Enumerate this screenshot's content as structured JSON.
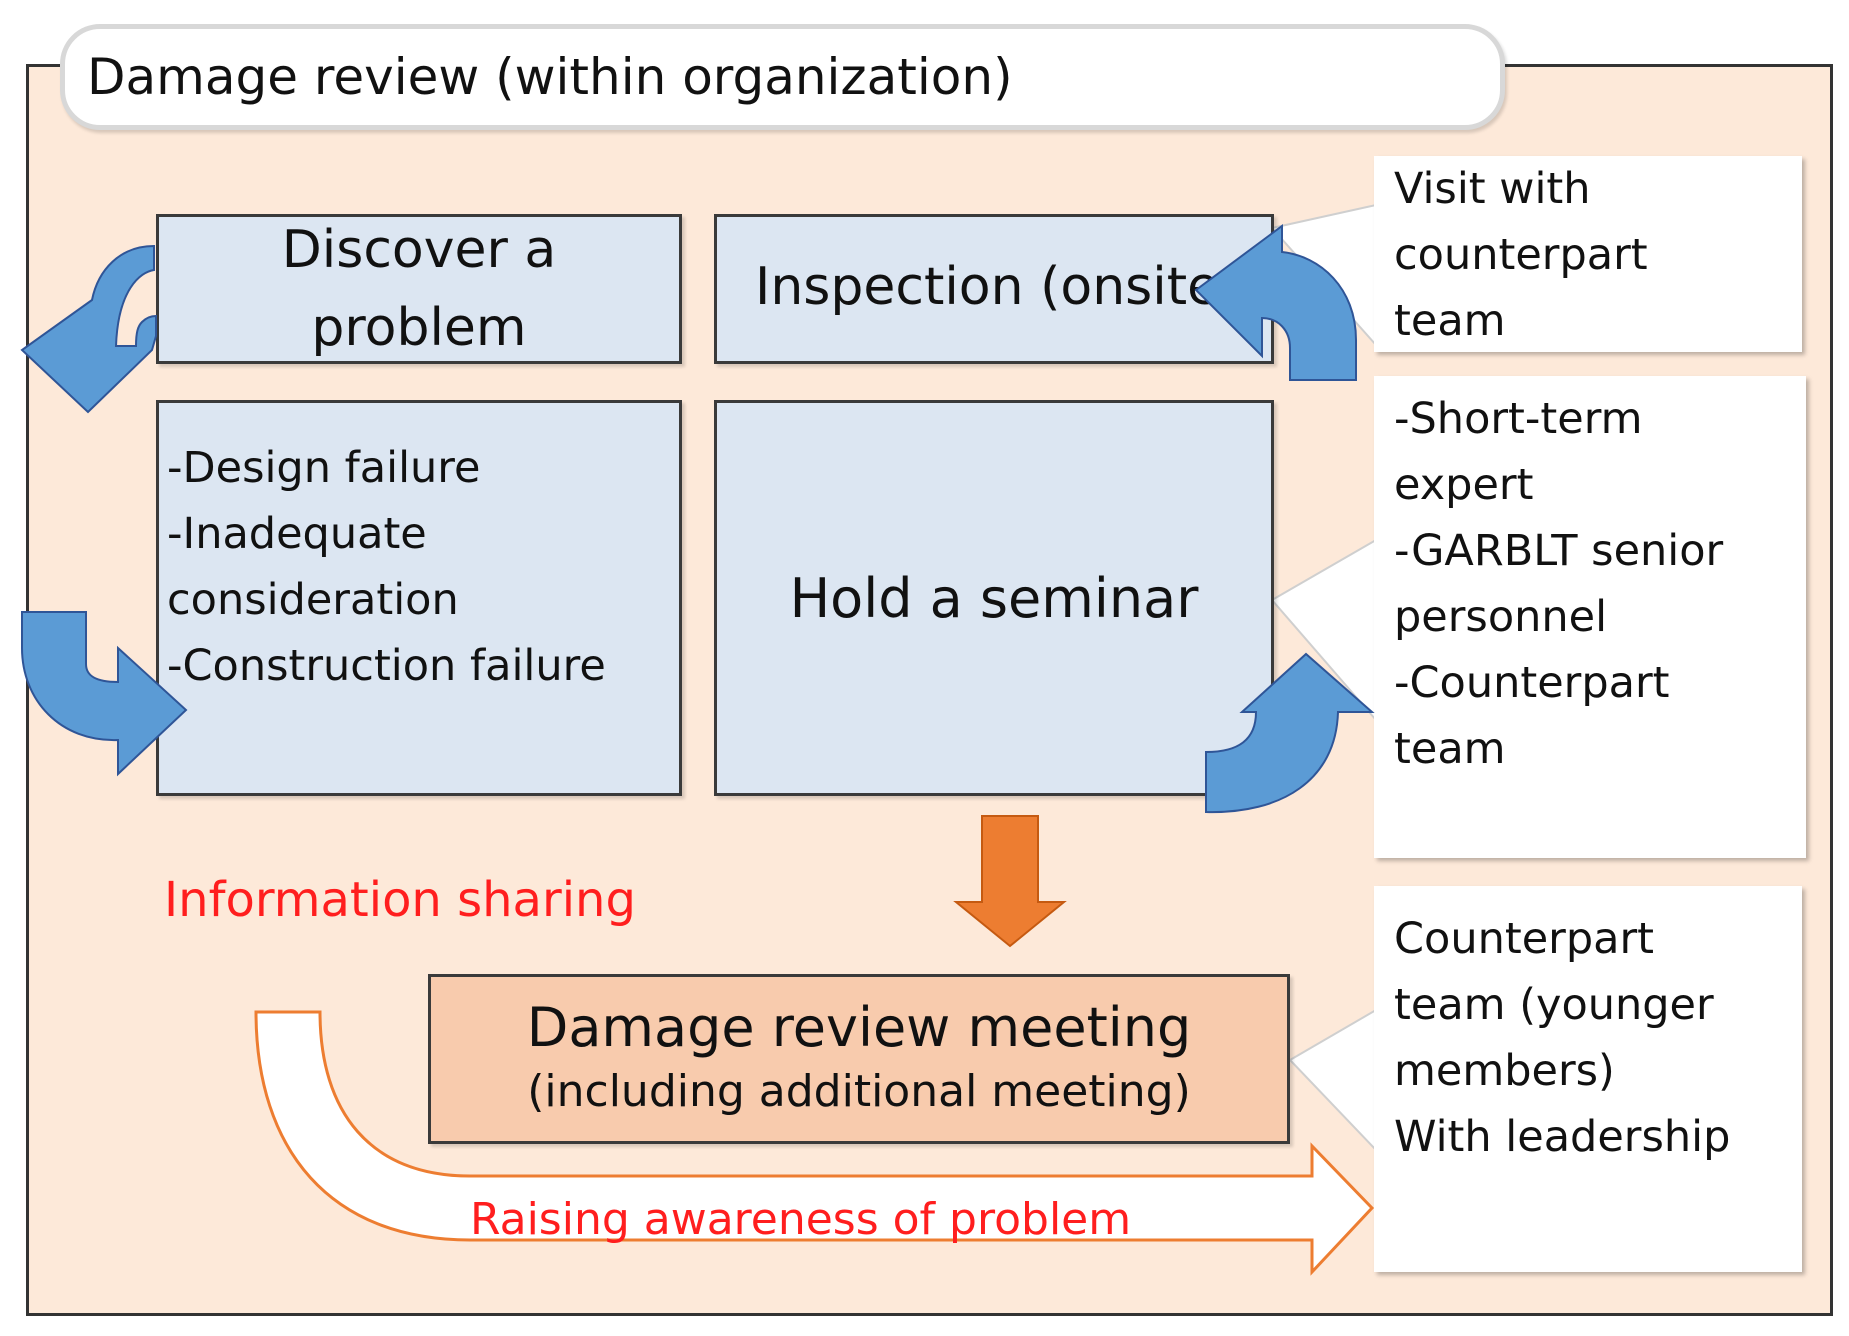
{
  "title": "Damage review (within organization)",
  "boxes": {
    "discover": "Discover a problem",
    "inspection": "Inspection (onsite",
    "failures": [
      "-Design failure",
      "-Inadequate",
      "consideration",
      "-Construction failure"
    ],
    "seminar": "Hold a seminar",
    "meeting_main": "Damage review meeting",
    "meeting_sub": "(including additional meeting)"
  },
  "callouts": {
    "visit": [
      "Visit with",
      "counterpart",
      "team"
    ],
    "participants": [
      "-Short-term",
      "expert",
      "-GARBLT senior",
      "personnel",
      "-Counterpart",
      "team"
    ],
    "younger": [
      "Counterpart",
      "team (younger",
      "members)",
      "With leadership"
    ]
  },
  "labels": {
    "information_sharing": "Information sharing",
    "raising_awareness": "Raising awareness of problem"
  },
  "colors": {
    "background": "#fde9d9",
    "box_fill": "#dce6f2",
    "blue_arrow": "#5b9bd5",
    "orange_arrow": "#ed7d31",
    "meeting_fill": "#f8cbad",
    "red_text": "#ff1e1e"
  }
}
